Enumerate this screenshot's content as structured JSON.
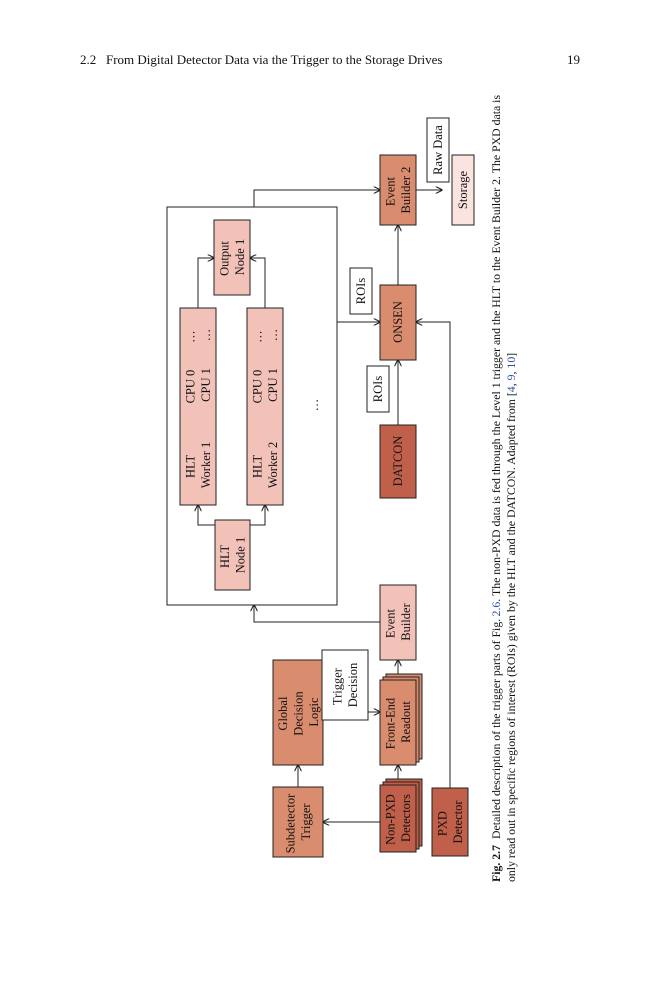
{
  "header": {
    "section_number": "2.2",
    "section_title": "From Digital Detector Data via the Trigger to the Storage Drives",
    "page_number": "19"
  },
  "figure": {
    "nodes": {
      "subdetector_trigger": [
        "Subdetector",
        "Trigger"
      ],
      "global_decision_logic": [
        "Global",
        "Decision",
        "Logic"
      ],
      "non_pxd_detectors": [
        "Non-PXD",
        "Detectors"
      ],
      "front_end_readout": [
        "Front-End",
        "Readout"
      ],
      "trigger_decision": [
        "Trigger",
        "Decision"
      ],
      "event_builder": [
        "Event",
        "Builder"
      ],
      "pxd_detector": [
        "PXD",
        "Detector"
      ],
      "hlt_node_1": [
        "HLT",
        "Node 1"
      ],
      "hlt_worker_1": [
        "HLT",
        "Worker 1"
      ],
      "hlt_worker_2": [
        "HLT",
        "Worker 2"
      ],
      "worker_cpu_col1": [
        "CPU 0",
        "CPU 1"
      ],
      "worker_dots": [
        "…",
        "…"
      ],
      "output_node_1": [
        "Output",
        "Node 1"
      ],
      "ellipsis": "…",
      "datcon": "DATCON",
      "rois_lower": "ROIs",
      "rois_upper": "ROIs",
      "onsen": "ONSEN",
      "event_builder_2": [
        "Event",
        "Builder 2"
      ],
      "raw_data": "Raw Data",
      "storage": "Storage"
    },
    "colors": {
      "dark_red": "#c0604a",
      "medium": "#d98c6e",
      "light_pink": "#f2c2b9",
      "pale_pink": "#fbe3e0",
      "stroke": "#222222"
    }
  },
  "caption": {
    "label": "Fig. 2.7",
    "text_1": "Detailed description of the trigger parts of Fig.",
    "fig_ref": "2.6",
    "text_2": ". The non-PXD data is fed through the Level 1 trigger and the HLT to the Event Builder 2. The PXD data is only read out in specific regions of interest (ROIs) given by the HLT and the DATCON. Adapted from [",
    "ref_1": "4",
    "sep_1": ", ",
    "ref_2": "9",
    "sep_2": ", ",
    "ref_3": "10",
    "text_3": "]"
  }
}
